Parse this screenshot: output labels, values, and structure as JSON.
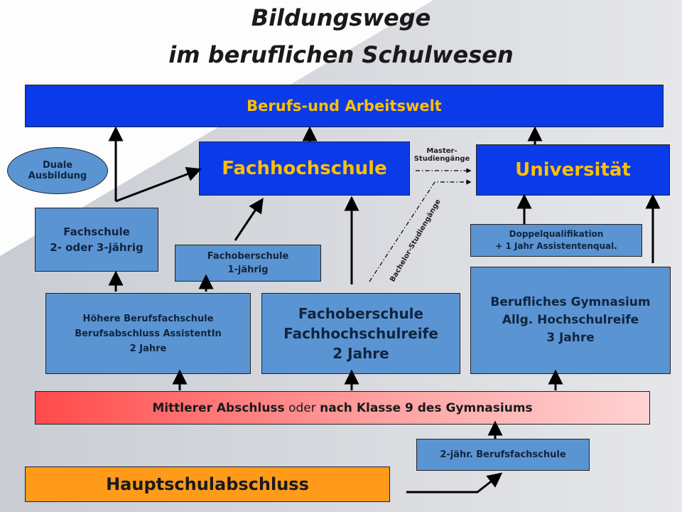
{
  "title": {
    "line1": "Bildungswege",
    "line2": "im beruflichen Schulwesen"
  },
  "boxes": {
    "berufswelt": "Berufs-und Arbeitswelt",
    "fachhochschule": "Fachhochschule",
    "universitaet": "Universität",
    "duale": [
      "Duale",
      "Ausbildung"
    ],
    "fachschule": [
      "Fachschule",
      "2- oder 3-jährig"
    ],
    "fachoberschule1": [
      "Fachoberschule",
      "1-jährig"
    ],
    "doppel": [
      "Doppelqualifikation",
      "+ 1 Jahr Assistentenqual."
    ],
    "hoehere": [
      "Höhere Berufsfachschule",
      "Berufsabschluss AssistentIn",
      "2 Jahre"
    ],
    "fachoberschule2": [
      "Fachoberschule",
      "Fachhochschulreife",
      "2 Jahre"
    ],
    "gymnasium": [
      "Berufliches Gymnasium",
      "Allg. Hochschulreife",
      "3 Jahre"
    ],
    "mittlerer": {
      "part1": "Mittlerer Abschluss",
      "part2": " oder ",
      "part3": "nach Klasse 9 des Gymnasiums"
    },
    "berufsfach2": "2-jähr. Berufsfachschule",
    "hauptschul": "Hauptschulabschluss"
  },
  "labels": {
    "master": [
      "Master-",
      "Studiengänge"
    ],
    "bachelor": "Bachelor-Studiengänge"
  },
  "colors": {
    "accent_blue": "#0b3be8",
    "box_light": "#5b94d2",
    "orange": "#ff9a1a",
    "title_yellow": "#ffc000"
  }
}
